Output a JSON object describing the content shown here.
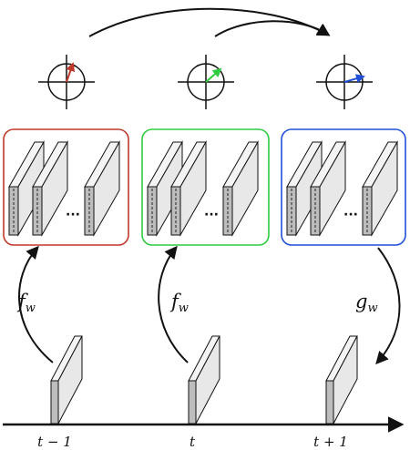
{
  "time_labels": {
    "prev": "t − 1",
    "curr": "t",
    "next": "t + 1"
  },
  "function_labels": {
    "left_base": "f",
    "left_sub": "w",
    "mid_base": "f",
    "mid_sub": "w",
    "right_base": "g",
    "right_sub": "w"
  },
  "ellipsis": "···",
  "colors": {
    "red": "#c0392b",
    "green": "#2ecc40",
    "blue": "#1f4fd8",
    "panel_face": "#e8e8e8",
    "panel_side": "#bdbdbd",
    "stroke": "#111111"
  },
  "icons": {
    "circle_left": "phase-circle-red-arrow-icon",
    "circle_mid": "phase-circle-green-arrow-icon",
    "circle_right": "phase-circle-blue-arrow-icon"
  }
}
